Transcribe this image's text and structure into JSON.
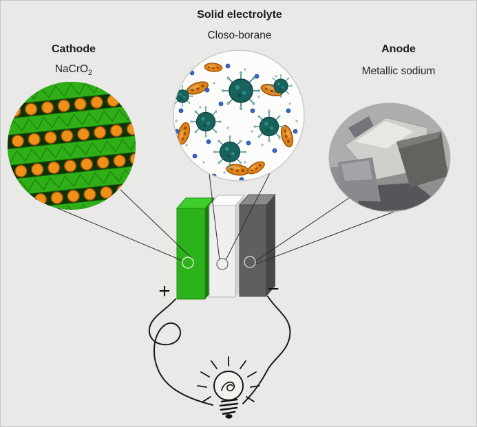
{
  "labels": {
    "cathode": {
      "title": "Cathode",
      "formula_base": "NaCrO",
      "formula_subscript": "2"
    },
    "electrolyte": {
      "title": "Solid electrolyte",
      "subtitle": "Closo-borane"
    },
    "anode": {
      "title": "Anode",
      "subtitle": "Metallic sodium"
    }
  },
  "battery": {
    "positive_sign": "+",
    "negative_sign": "−"
  },
  "colors": {
    "background": "#e9e9e7",
    "cathode_green": "#2cb31b",
    "electrolyte_white": "#efefed",
    "anode_gray": "#5f5f5f",
    "sodium_orange": "#ef9018",
    "borane_teal": "#17625c",
    "sodium_ion_blue": "#3a66c9"
  }
}
